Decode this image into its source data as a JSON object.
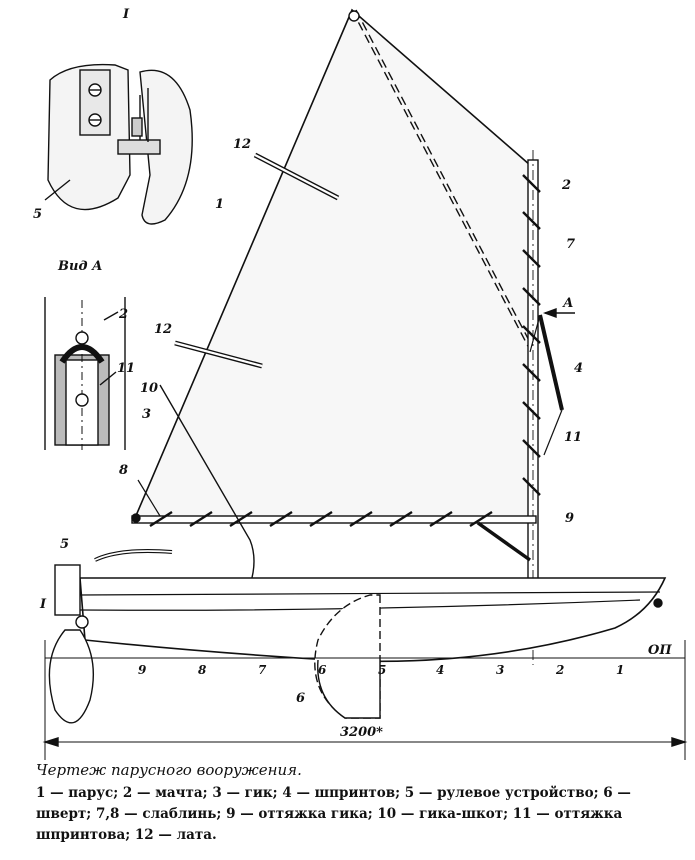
{
  "labels": {
    "detail_title": "I",
    "view_title": "Вид А",
    "sail": "1",
    "mast": "2",
    "boom": "3",
    "sprit": "4",
    "rudder": "5",
    "daggerboard": "6",
    "downhaul_7": "7",
    "downhaul_8": "8",
    "vang": "9",
    "mainsheet": "10",
    "sprit_stay": "11",
    "batten": "12",
    "view_arrow": "А",
    "baseline": "ОП",
    "length": "3200*"
  },
  "stations": [
    "9",
    "8",
    "7",
    "6",
    "5",
    "4",
    "3",
    "2",
    "1"
  ],
  "caption": {
    "title": "Чертеж парусного вооружения.",
    "legend": "1 — парус; 2 — мачта; 3 — гик; 4 — шпринтов; 5 — рулевое устройство; 6 — шверт; 7,8 — слаблинь; 9 — оттяжка гика; 10 — гика-шкот; 11 — оттяжка шпринтова; 12 — лата."
  }
}
